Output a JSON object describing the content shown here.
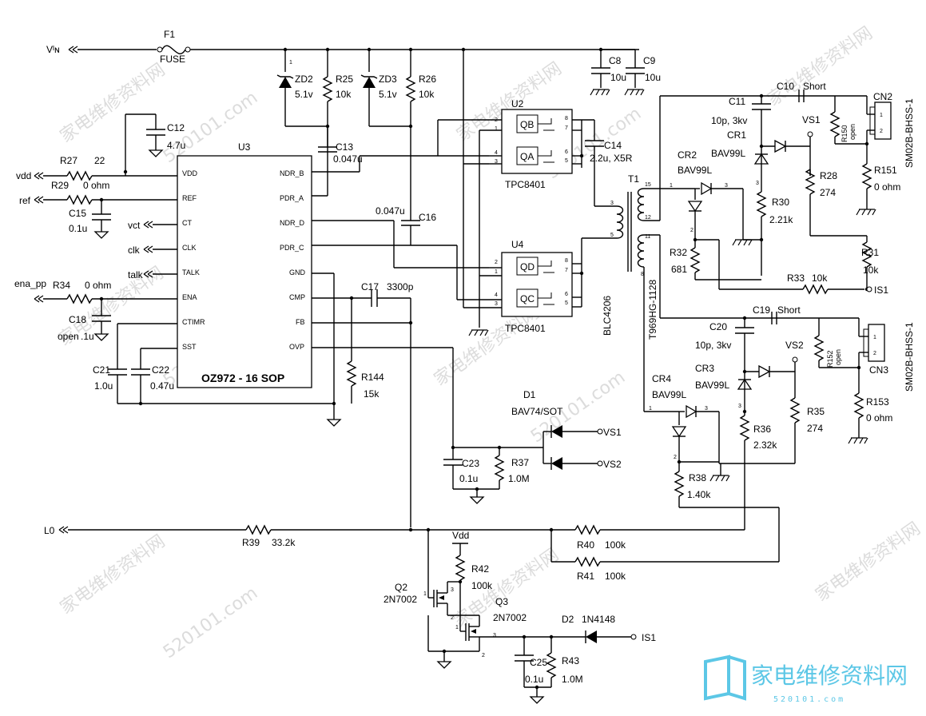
{
  "nets": {
    "vin": "Vᴵɴ",
    "vdd": "vdd",
    "ref": "ref",
    "vct": "vct",
    "clk": "clk",
    "talk": "talk",
    "ena_pp": "ena_pp",
    "lo": "L0",
    "vdd_q": "Vdd",
    "vs1_a": "VS1",
    "vs2_a": "VS2",
    "vs1_b": "VS1",
    "vs2_b": "VS2",
    "is1_a": "IS1",
    "is1_b": "IS1"
  },
  "ic": {
    "ref": "U3",
    "name": "OZ972 - 16 SOP",
    "pins_left": [
      "VDD",
      "REF",
      "CT",
      "CLK",
      "TALK",
      "ENA",
      "CTIMR",
      "SST"
    ],
    "pins_right": [
      "NDR_B",
      "PDR_A",
      "NDR_D",
      "PDR_C",
      "GND",
      "CMP",
      "FB",
      "OVP"
    ]
  },
  "mosfets": {
    "u2": {
      "ref": "U2",
      "part": "TPC8401",
      "top": "QB",
      "bottom": "QA"
    },
    "u4": {
      "ref": "U4",
      "part": "TPC8401",
      "top": "QD",
      "bottom": "QC"
    }
  },
  "transformer": {
    "ref": "T1",
    "part1": "BLC4206",
    "part2": "T969HG-1128"
  },
  "fuse": {
    "ref": "F1",
    "label": "FUSE"
  },
  "components": {
    "zd2": {
      "ref": "ZD2",
      "value": "5.1v"
    },
    "zd3": {
      "ref": "ZD3",
      "value": "5.1v"
    },
    "r25": {
      "ref": "R25",
      "value": "10k"
    },
    "r26": {
      "ref": "R26",
      "value": "10k"
    },
    "c8": {
      "ref": "C8",
      "value": "10u"
    },
    "c9": {
      "ref": "C9",
      "value": "10u"
    },
    "c12": {
      "ref": "C12",
      "value": "4.7u"
    },
    "r27": {
      "ref": "R27",
      "value": "22"
    },
    "r29": {
      "ref": "R29",
      "value": "0 ohm"
    },
    "c15": {
      "ref": "C15",
      "value": "0.1u"
    },
    "r34": {
      "ref": "R34",
      "value": "0 ohm"
    },
    "c18": {
      "ref": "C18",
      "value": "open",
      "value2": ".1u"
    },
    "c21": {
      "ref": "C21",
      "value": "1.0u"
    },
    "c22": {
      "ref": "C22",
      "value": "0.47u"
    },
    "c13": {
      "ref": "C13",
      "value": "0.047u"
    },
    "c16": {
      "ref": "C16",
      "value": "0.047u"
    },
    "c14": {
      "ref": "C14",
      "value": "2.2u, X5R"
    },
    "c17": {
      "ref": "C17",
      "value": "3300p"
    },
    "r144": {
      "ref": "R144",
      "value": "15k"
    },
    "d1": {
      "ref": "D1",
      "value": "BAV74/SOT"
    },
    "c23": {
      "ref": "C23",
      "value": "0.1u"
    },
    "r37": {
      "ref": "R37",
      "value": "1.0M"
    },
    "r39": {
      "ref": "R39",
      "value": "33.2k"
    },
    "r40": {
      "ref": "R40",
      "value": "100k"
    },
    "r41": {
      "ref": "R41",
      "value": "100k"
    },
    "r42": {
      "ref": "R42",
      "value": "100k"
    },
    "q2": {
      "ref": "Q2",
      "value": "2N7002"
    },
    "q3": {
      "ref": "Q3",
      "value": "2N7002"
    },
    "d2": {
      "ref": "D2",
      "value": "1N4148"
    },
    "c25": {
      "ref": "C25",
      "value": "0.1u"
    },
    "r43": {
      "ref": "R43",
      "value": "1.0M"
    },
    "c10": {
      "ref": "C10",
      "value": "Short"
    },
    "c11": {
      "ref": "C11",
      "value": "10p, 3kv"
    },
    "cr1": {
      "ref": "CR1",
      "value": "BAV99L"
    },
    "cr2": {
      "ref": "CR2",
      "value": "BAV99L"
    },
    "r150": {
      "ref": "R150",
      "value": "open"
    },
    "r151": {
      "ref": "R151",
      "value": "0 ohm"
    },
    "cn2": {
      "ref": "CN2",
      "part": "SM02B-BHSS-1"
    },
    "r28": {
      "ref": "R28",
      "value": "274"
    },
    "r30": {
      "ref": "R30",
      "value": "2.21k"
    },
    "r32": {
      "ref": "R32",
      "value": "681"
    },
    "r31": {
      "ref": "R31",
      "value": "10k"
    },
    "r33": {
      "ref": "R33",
      "value": "10k"
    },
    "c19": {
      "ref": "C19",
      "value": "Short"
    },
    "c20": {
      "ref": "C20",
      "value": "10p, 3kv"
    },
    "cr3": {
      "ref": "CR3",
      "value": "BAV99L"
    },
    "cr4": {
      "ref": "CR4",
      "value": "BAV99L"
    },
    "r152": {
      "ref": "R152",
      "value": "open"
    },
    "r153": {
      "ref": "R153",
      "value": "0 ohm"
    },
    "cn3": {
      "ref": "CN3",
      "part": "SM02B-BHSS-1"
    },
    "r35": {
      "ref": "R35",
      "value": "274"
    },
    "r36": {
      "ref": "R36",
      "value": "2.32k"
    },
    "r38": {
      "ref": "R38",
      "value": "1.40k"
    }
  },
  "watermark": {
    "text": "家电维修资料网",
    "url": "520101.com"
  },
  "logo": {
    "text": "家电维修资料网",
    "sub": "520101.com"
  }
}
